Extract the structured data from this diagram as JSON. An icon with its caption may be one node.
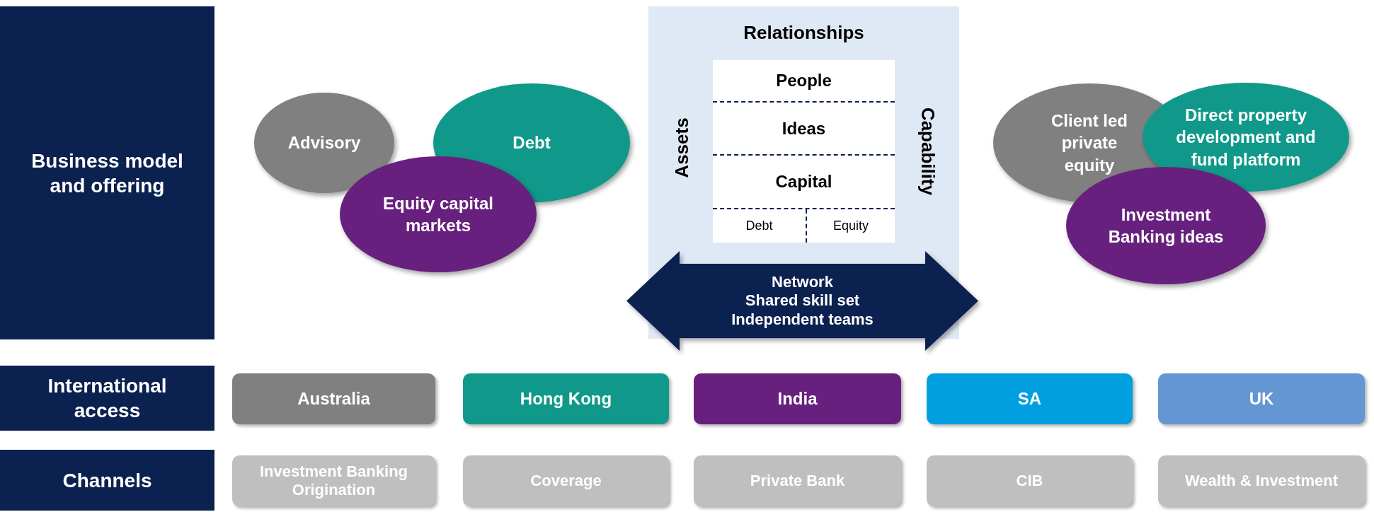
{
  "diagram": {
    "nodes": [
      {
        "text": [
          "Business model and offering"
        ]
      },
      {
        "text": [
          "Advisory"
        ]
      },
      {
        "text": [
          "Debt"
        ]
      },
      {
        "text": [
          "Equity capital markets"
        ]
      },
      {
        "text": [
          "Relationships",
          "Assets",
          "Capability"
        ]
      },
      {
        "text": [
          "People"
        ],
        "in": 4
      },
      {
        "text": [
          "Ideas"
        ],
        "in": 4
      },
      {
        "text": [
          "Capital"
        ],
        "in": 4
      },
      {
        "text": [
          "Debt"
        ],
        "in": 4
      },
      {
        "text": [
          "Equity"
        ],
        "in": 4
      },
      {
        "text": [
          "Client led private equity"
        ]
      },
      {
        "text": [
          "Direct property development and fund platform"
        ]
      },
      {
        "text": [
          "Investment Banking ideas"
        ]
      },
      {
        "text": [
          "Network",
          "Shared skill set",
          "Independent teams"
        ]
      },
      {
        "text": [
          "International access"
        ]
      },
      {
        "text": [
          "Australia"
        ]
      },
      {
        "text": [
          "Hong Kong"
        ]
      },
      {
        "text": [
          "India"
        ]
      },
      {
        "text": [
          "SA"
        ]
      },
      {
        "text": [
          "UK"
        ]
      },
      {
        "text": [
          "Channels"
        ]
      },
      {
        "text": [
          "Investment Banking Origination"
        ]
      },
      {
        "text": [
          "Coverage"
        ]
      },
      {
        "text": [
          "Private Bank"
        ]
      },
      {
        "text": [
          "CIB"
        ]
      },
      {
        "text": [
          "Wealth & Investment"
        ]
      }
    ],
    "edges": []
  }
}
